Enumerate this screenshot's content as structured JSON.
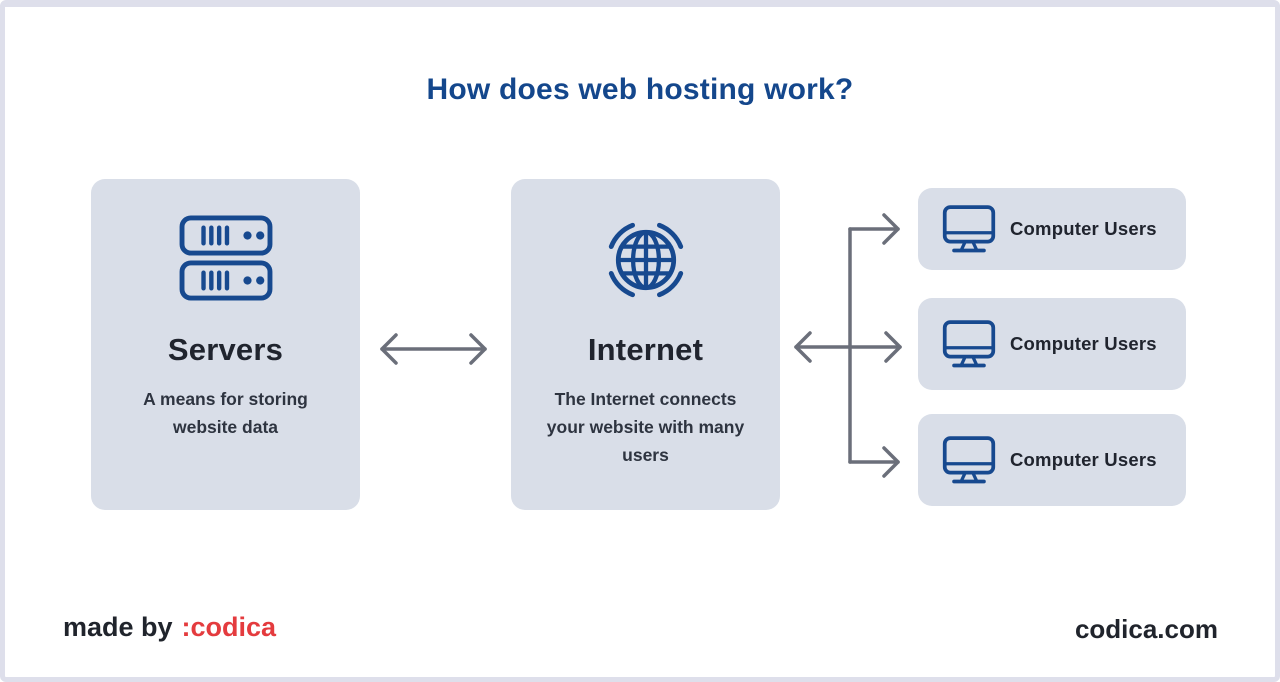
{
  "title": "How does web hosting work?",
  "cards": {
    "servers": {
      "heading": "Servers",
      "description": "A means for storing website data",
      "icon": "server-icon"
    },
    "internet": {
      "heading": "Internet",
      "description": "The Internet connects your website with many users",
      "icon": "globe-icon"
    },
    "users": [
      {
        "label": "Computer Users",
        "icon": "monitor-icon"
      },
      {
        "label": "Computer Users",
        "icon": "monitor-icon"
      },
      {
        "label": "Computer Users",
        "icon": "monitor-icon"
      }
    ]
  },
  "connections": {
    "servers_internet": "bidirectional-arrow",
    "internet_users": "branching-bidirectional-arrow"
  },
  "footer": {
    "made_by_label": "made by",
    "brand": ":codica",
    "website": "codica.com"
  },
  "colors": {
    "icon_navy": "#17498f",
    "title_navy": "#14478c",
    "card_bg": "#d9dee8",
    "text_dark": "#20242e",
    "text_body": "#2e3440",
    "arrow_gray": "#6b6f7a",
    "brand_red": "#e43b3e",
    "page_border": "#dedfeb"
  }
}
